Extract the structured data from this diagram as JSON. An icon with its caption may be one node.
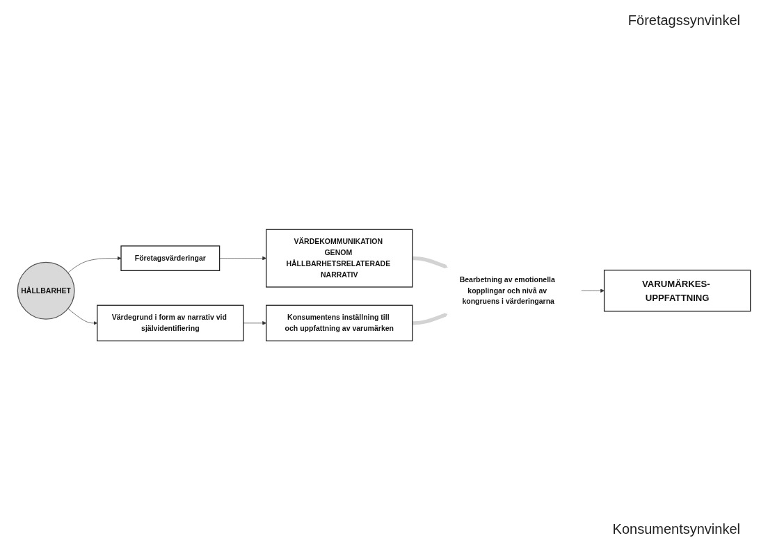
{
  "diagram": {
    "nodes": [
      {
        "text": [
          "HÅLLBARHET"
        ]
      },
      {
        "text": [
          "Företagsvärderingar"
        ]
      },
      {
        "text": [
          "VÄRDEKOMMUNIKATION GENOM HÅLLBARHETSRELATERADE NARRATIV"
        ]
      },
      {
        "text": [
          "Bearbetning av emotionella kopplingar och nivå av kongruens i värderingarna"
        ]
      },
      {
        "text": [
          "Konsumentens inställning till och uppfattning av varumärken"
        ]
      },
      {
        "text": [
          "Värdegrund i form av narrativ vid självidentifiering"
        ]
      },
      {
        "text": [
          "VARUMÄRKES- UPPFATTNING"
        ]
      }
    ],
    "edges": [
      {
        "from": 0,
        "to": 1,
        "arrow": "to"
      },
      {
        "from": 1,
        "to": 2,
        "arrow": "to"
      },
      {
        "from": 2,
        "to": 3,
        "arrow": "to",
        "style": "thick",
        "color": "#d3d3d3"
      },
      {
        "from": 0,
        "to": 5,
        "arrow": "to"
      },
      {
        "from": 5,
        "to": 4,
        "arrow": "to"
      },
      {
        "from": 4,
        "to": 3,
        "arrow": "to",
        "style": "thick",
        "color": "#d3d3d3"
      },
      {
        "from": 3,
        "to": 6,
        "arrow": "to"
      }
    ],
    "labels": [
      "Företagssynvinkel",
      "Konsumentsynvinkel"
    ]
  }
}
